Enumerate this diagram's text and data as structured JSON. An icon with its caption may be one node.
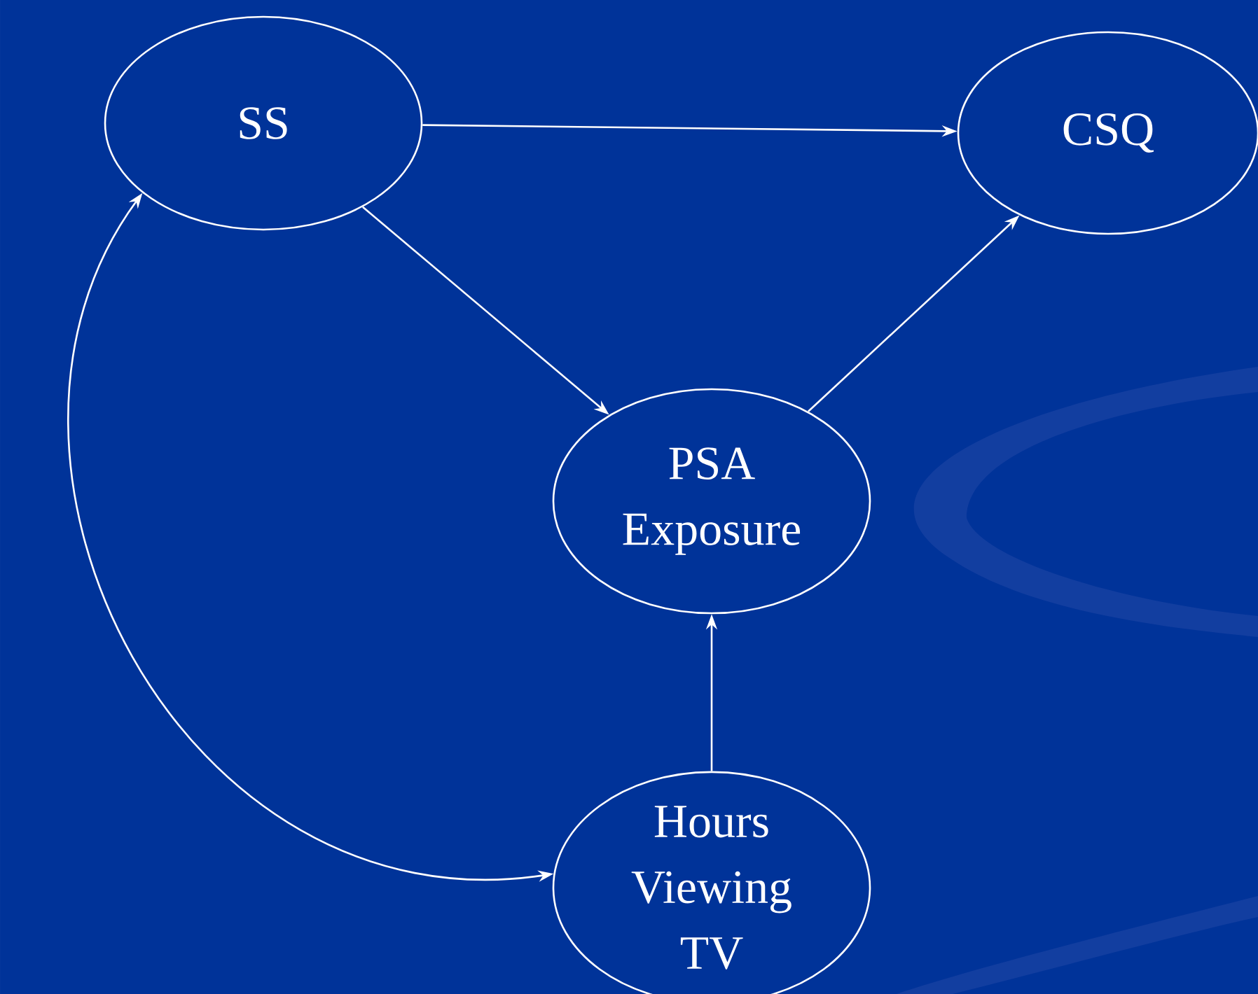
{
  "diagram": {
    "nodes": [
      {
        "text": [
          "SS"
        ]
      },
      {
        "text": [
          "CSQ"
        ]
      },
      {
        "text": [
          "PSA Exposure"
        ]
      },
      {
        "text": [
          "Hours Viewing TV"
        ]
      }
    ],
    "edges": [
      {
        "from": 0,
        "to": 1,
        "arrow": "to"
      },
      {
        "from": 0,
        "to": 2,
        "arrow": "to"
      },
      {
        "from": 2,
        "to": 1,
        "arrow": "to"
      },
      {
        "from": 3,
        "to": 2,
        "arrow": "to"
      },
      {
        "from": 0,
        "to": 3,
        "arrow": "both"
      }
    ]
  }
}
